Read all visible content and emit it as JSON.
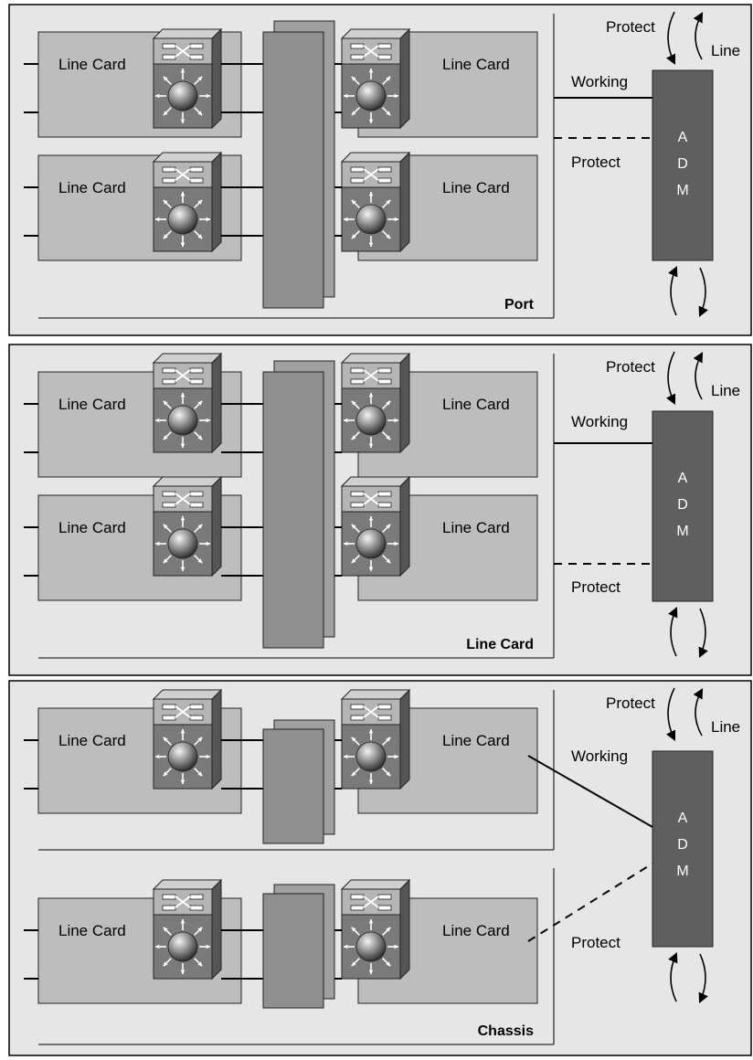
{
  "panels": [
    {
      "name": "port",
      "title": "Port",
      "line_card_label": "Line Card",
      "working_label": "Working",
      "protect_label": "Protect",
      "top_protect_label": "Protect",
      "top_line_label": "Line",
      "adm_letters": [
        "A",
        "D",
        "M"
      ]
    },
    {
      "name": "line-card",
      "title": "Line Card",
      "line_card_label": "Line Card",
      "working_label": "Working",
      "protect_label": "Protect",
      "top_protect_label": "Protect",
      "top_line_label": "Line",
      "adm_letters": [
        "A",
        "D",
        "M"
      ]
    },
    {
      "name": "chassis",
      "title": "Chassis",
      "line_card_label": "Line Card",
      "working_label": "Working",
      "protect_label": "Protect",
      "top_protect_label": "Protect",
      "top_line_label": "Line",
      "adm_letters": [
        "A",
        "D",
        "M"
      ]
    }
  ],
  "colors": {
    "panel_bg": "#e6e6e6",
    "line_card": "#bdbdbd",
    "line_card_dark": "#a6a6a6",
    "backplane": "#8f8f8f",
    "backplane_back": "#a0a0a0",
    "switch_front": "#7a7a7a",
    "switch_top": "#b5b5b5",
    "switch_side": "#555555",
    "adm": "#5f5f5f",
    "stroke": "#000000"
  },
  "icons": [
    "multilayer-switch-icon",
    "protect-arrow-icon",
    "line-arrow-icon"
  ]
}
